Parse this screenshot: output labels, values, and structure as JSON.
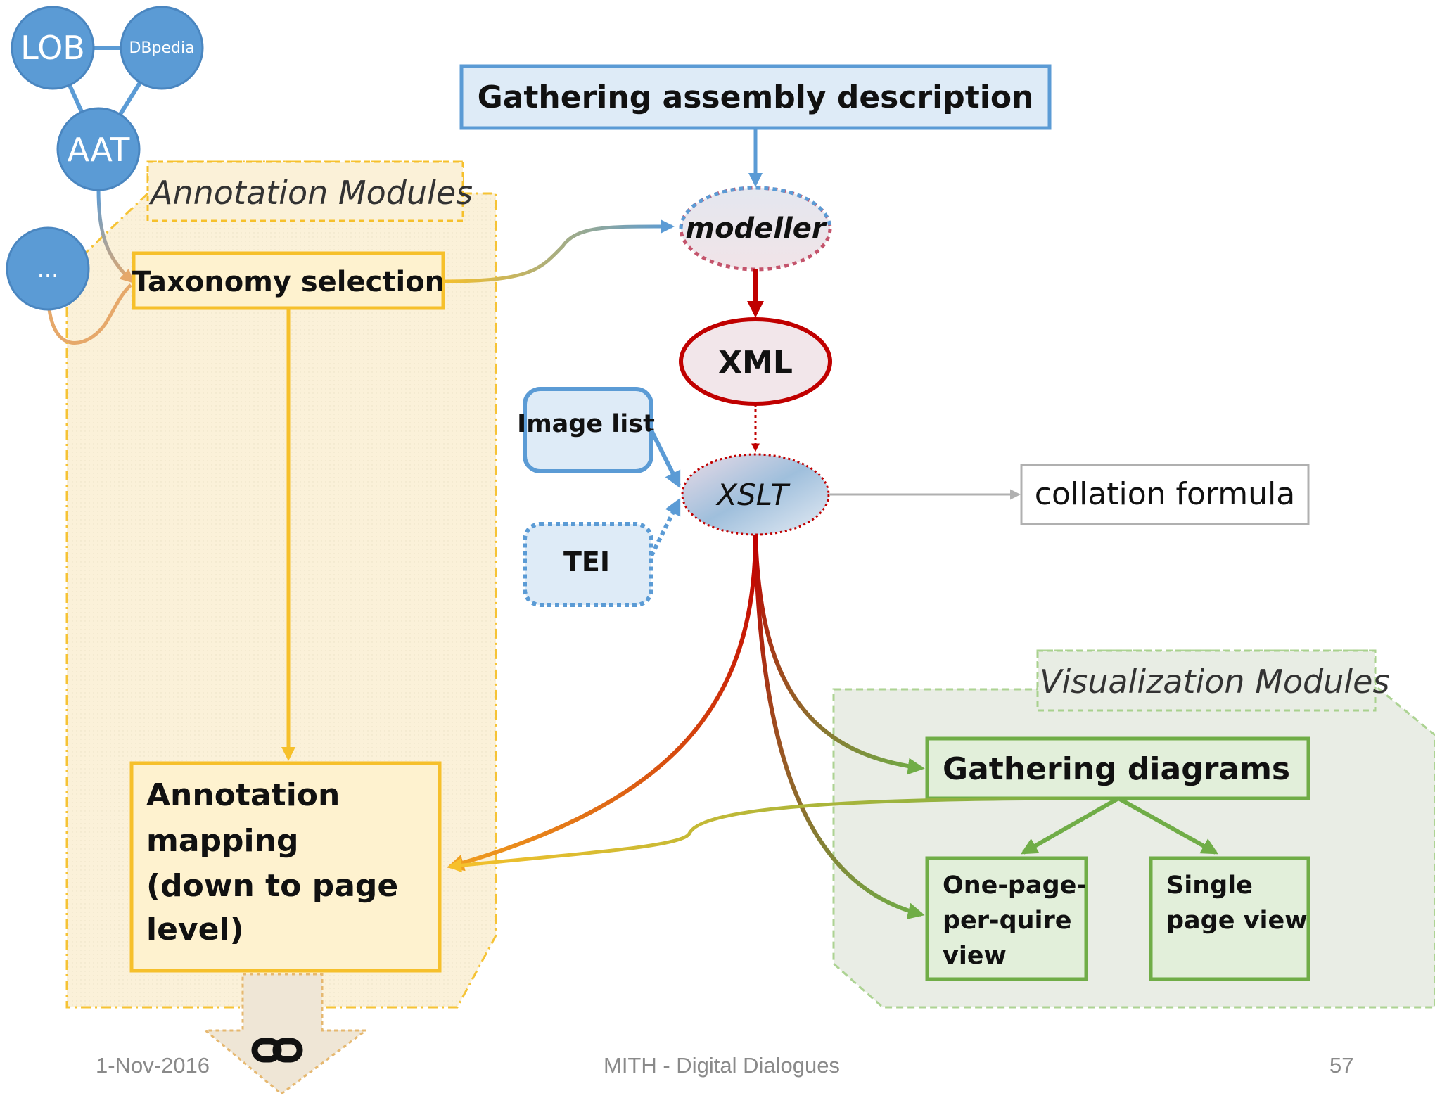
{
  "nodes": {
    "lob": "LOB",
    "dbpedia": "DBpedia",
    "aat": "AAT",
    "more": "...",
    "gathering_assembly": "Gathering assembly description",
    "modeller": "modeller",
    "xml": "XML",
    "image_list": "Image list",
    "tei": "TEI",
    "xslt": "XSLT",
    "collation_formula": "collation formula",
    "taxonomy_selection": "Taxonomy selection",
    "annotation_mapping": [
      "Annotation",
      "mapping",
      "(down to page",
      "level)"
    ],
    "gathering_diagrams": "Gathering diagrams",
    "one_page_per_quire": [
      "One-page-",
      "per-quire",
      "view"
    ],
    "single_page_view": [
      "Single",
      "page view"
    ]
  },
  "modules": {
    "annotation_title": "Annotation Modules",
    "visualization_title": "Visualization Modules"
  },
  "footer": {
    "date": "1-Nov-2016",
    "center": "MITH - Digital Dialogues",
    "page": "57"
  },
  "colors": {
    "blue": "#5b9bd5",
    "yellow": "#f6c02b",
    "red": "#c00000",
    "green": "#70ad47"
  }
}
